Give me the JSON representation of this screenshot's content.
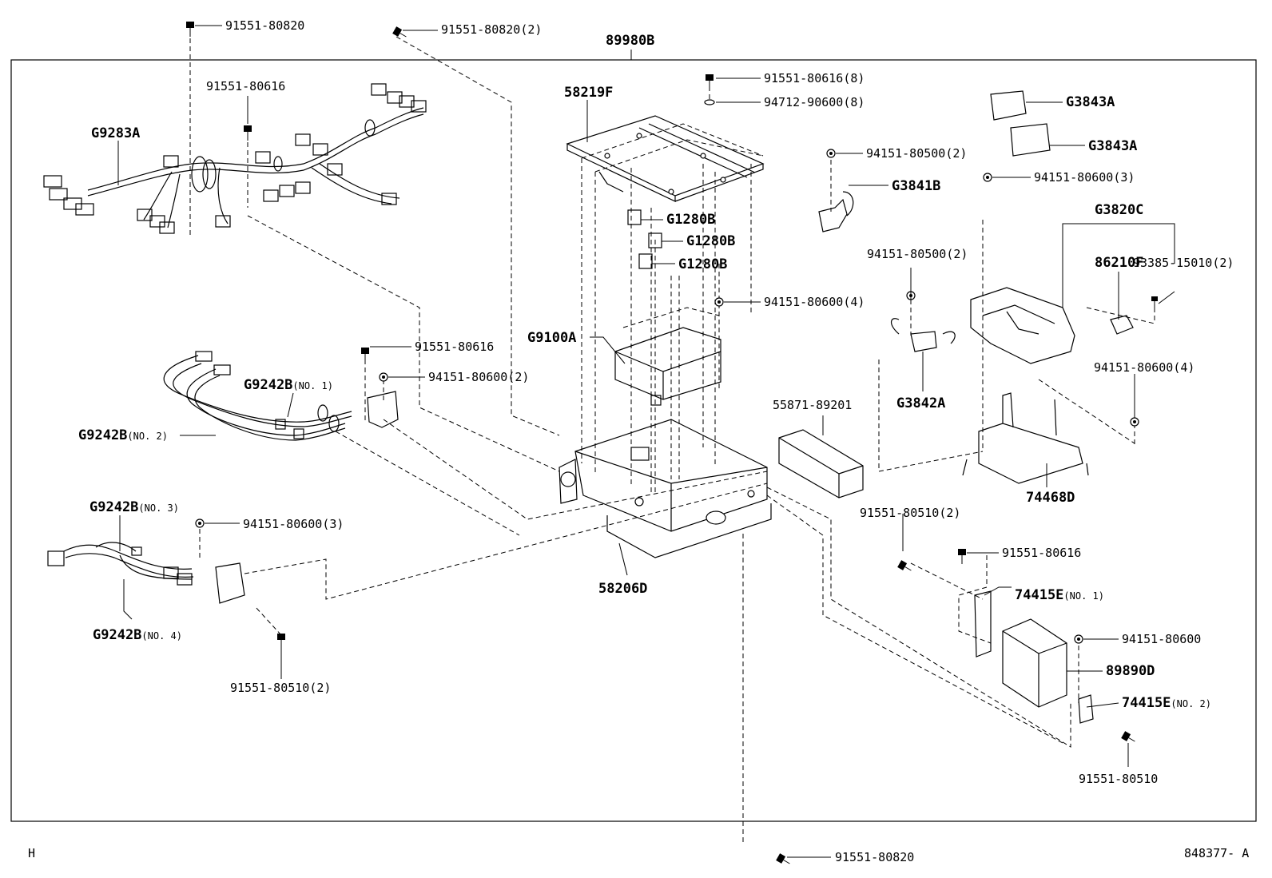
{
  "page": {
    "corner_mark": "H",
    "figure_id": "848377- A"
  },
  "assembly_label": "89980B",
  "labels": {
    "b_91551_80820_top": "91551-80820",
    "b_91551_80820_2": "91551-80820(2)",
    "b_91551_80616_a": "91551-80616",
    "g9283a": "G9283A",
    "p58219f": "58219F",
    "b_91551_80616_8": "91551-80616(8)",
    "w_94712_90600_8": "94712-90600(8)",
    "g3843a_1": "G3843A",
    "g3843a_2": "G3843A",
    "n_94151_80500_2_a": "94151-80500(2)",
    "n_94151_80600_3_a": "94151-80600(3)",
    "g3841b": "G3841B",
    "g3820c": "G3820C",
    "p86210f": "86210F",
    "c_93385_15010_2": "93385-15010(2)",
    "g1280b_1": "G1280B",
    "g1280b_2": "G1280B",
    "g1280b_3": "G1280B",
    "n_94151_80500_2_b": "94151-80500(2)",
    "n_94151_80600_4_a": "94151-80600(4)",
    "g9100a": "G9100A",
    "b_91551_80616_b": "91551-80616",
    "n_94151_80600_2": "94151-80600(2)",
    "g9242b_no1": "G9242B",
    "g9242b_no1_suffix": "(NO. 1)",
    "g9242b_no2": "G9242B",
    "g9242b_no2_suffix": "(NO. 2)",
    "p55871_89201": "55871-89201",
    "g3842a": "G3842A",
    "n_94151_80600_4_b": "94151-80600(4)",
    "p74468d": "74468D",
    "g9242b_no3": "G9242B",
    "g9242b_no3_suffix": "(NO. 3)",
    "n_94151_80600_3_b": "94151-80600(3)",
    "b_91551_80510_2_a": "91551-80510(2)",
    "b_91551_80616_c": "91551-80616",
    "p74415e_no1": "74415E",
    "p74415e_no1_suffix": "(NO. 1)",
    "p58206d": "58206D",
    "g9242b_no4": "G9242B",
    "g9242b_no4_suffix": "(NO. 4)",
    "n_94151_80600_c": "94151-80600",
    "p89890d": "89890D",
    "p74415e_no2": "74415E",
    "p74415e_no2_suffix": "(NO. 2)",
    "b_91551_80510_2_b": "91551-80510(2)",
    "b_91551_80510": "91551-80510",
    "b_91551_80820_bottom": "91551-80820"
  }
}
